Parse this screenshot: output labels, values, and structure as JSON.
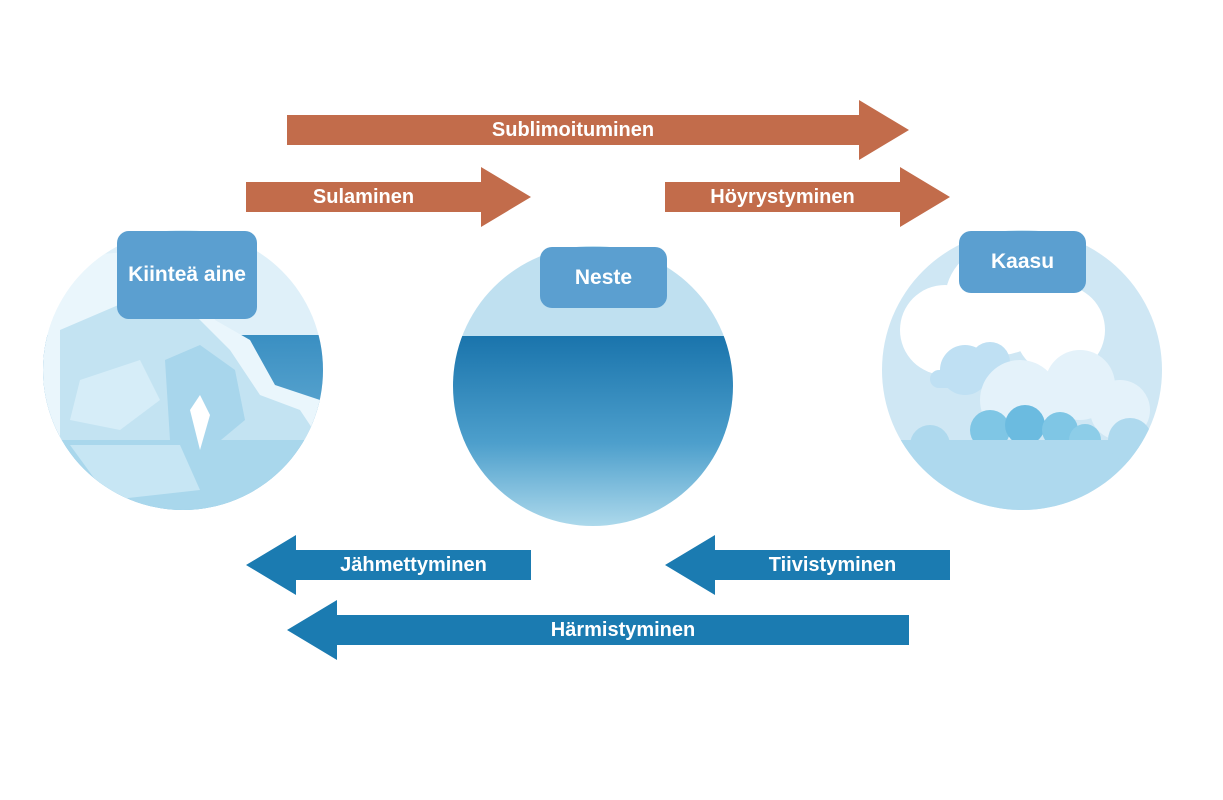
{
  "colors": {
    "heating_arrow": "#c26c4b",
    "cooling_arrow": "#1b7bb1",
    "label_box": "#5b9fd0",
    "water_top": "#1a74ac",
    "water_bottom": "#b2dced",
    "sky": "#cfe7f4"
  },
  "states": {
    "solid": {
      "label": "Kiinteä aine",
      "icon": "iceberg-illustration"
    },
    "liquid": {
      "label": "Neste",
      "icon": "water-illustration"
    },
    "gas": {
      "label": "Kaasu",
      "icon": "clouds-illustration"
    }
  },
  "transitions": {
    "sublimation": {
      "label": "Sublimoituminen",
      "direction": "right"
    },
    "melting": {
      "label": "Sulaminen",
      "direction": "right"
    },
    "vaporization": {
      "label": "Höyrystyminen",
      "direction": "right"
    },
    "solidification": {
      "label": "Jähmettyminen",
      "direction": "left"
    },
    "condensation": {
      "label": "Tiivistyminen",
      "direction": "left"
    },
    "deposition": {
      "label": "Härmistyminen",
      "direction": "left"
    }
  }
}
